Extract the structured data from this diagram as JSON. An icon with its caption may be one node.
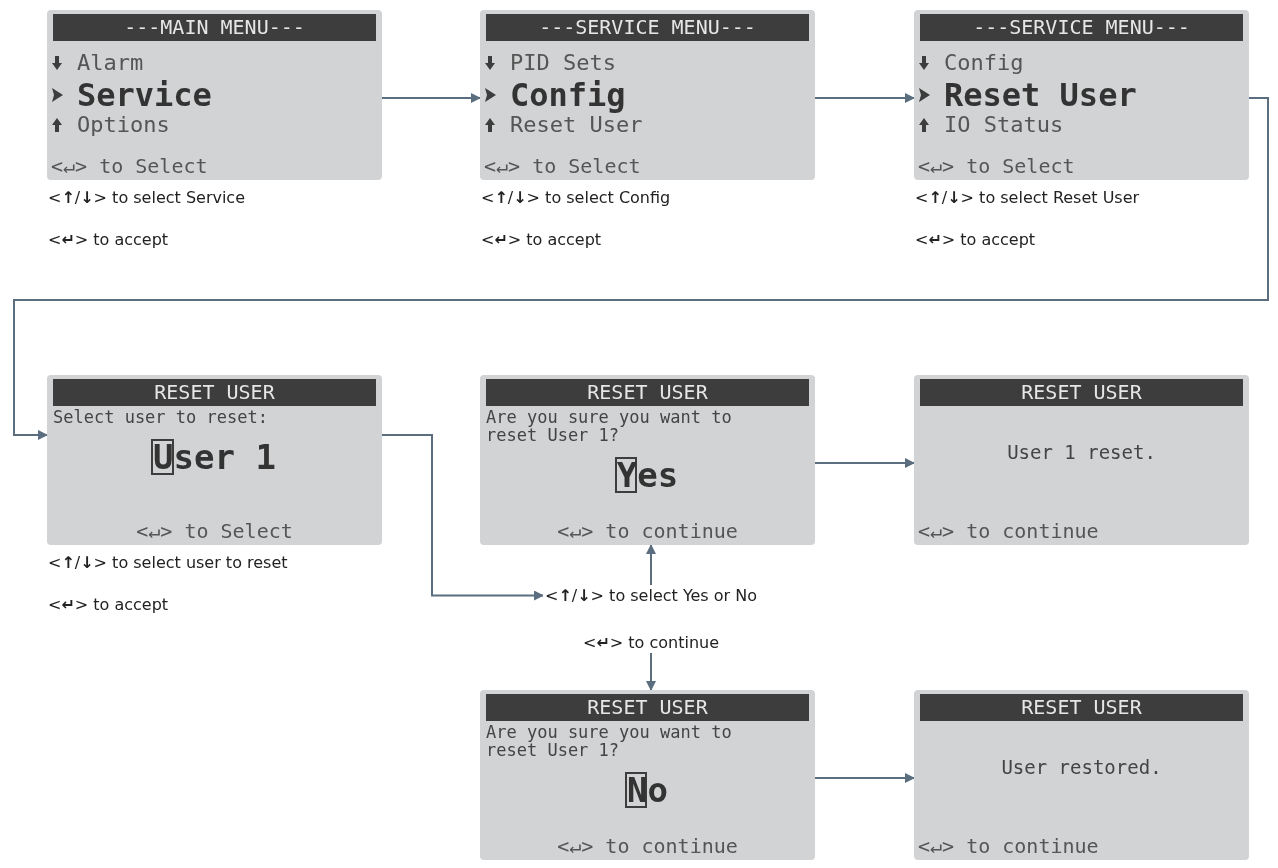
{
  "diagram": {
    "nodes": [
      {
        "text": [
          "---MAIN MENU---",
          "Alarm",
          "Service",
          "Options",
          "<↵> to Select"
        ],
        "beside": [
          "<**↑**/**↓**> to select Service",
          "<**↵**> to accept"
        ]
      },
      {
        "text": [
          "---SERVICE MENU---",
          "PID Sets",
          "Config",
          "Reset User",
          "<↵> to Select"
        ],
        "beside": [
          "<**↑**/**↓**> to select Config",
          "<**↵**> to accept"
        ]
      },
      {
        "text": [
          "---SERVICE MENU---",
          "Config",
          "Reset User",
          "IO Status",
          "<↵> to Select"
        ],
        "beside": [
          "<**↑**/**↓**> to select Reset User",
          "<**↵**> to accept"
        ]
      },
      {
        "text": [
          "RESET USER",
          "Select user to reset:",
          "User 1",
          "<↵> to Select"
        ],
        "beside": [
          "<**↑**/**↓**> to select user to reset",
          "<**↵**> to accept"
        ]
      },
      {
        "text": [
          "RESET USER",
          "Are you sure you want to reset User 1?",
          "Yes",
          "<↵> to continue"
        ]
      },
      {
        "text": [
          "RESET USER",
          "User 1 reset.",
          "<↵> to continue"
        ]
      },
      {
        "text": [
          "<**↑**/**↓**> to select Yes or No"
        ]
      },
      {
        "text": [
          "<**↵**> to continue"
        ]
      },
      {
        "text": [
          "RESET USER",
          "Are you sure you want to reset User 1?",
          "No",
          "<↵> to continue"
        ]
      },
      {
        "text": [
          "RESET USER",
          "User restored.",
          "<↵> to continue"
        ]
      }
    ],
    "edges": [
      {
        "from": 0,
        "to": 1,
        "arrow": "to"
      },
      {
        "from": 1,
        "to": 2,
        "arrow": "to"
      },
      {
        "from": 2,
        "to": 3,
        "arrow": "to"
      },
      {
        "from": 3,
        "to": 6,
        "arrow": "to"
      },
      {
        "from": 4,
        "to": 5,
        "arrow": "to"
      },
      {
        "from": 6,
        "to": 4,
        "arrow": "to"
      },
      {
        "from": 7,
        "to": 8,
        "arrow": "to"
      },
      {
        "from": 8,
        "to": 9,
        "arrow": "to"
      }
    ]
  }
}
